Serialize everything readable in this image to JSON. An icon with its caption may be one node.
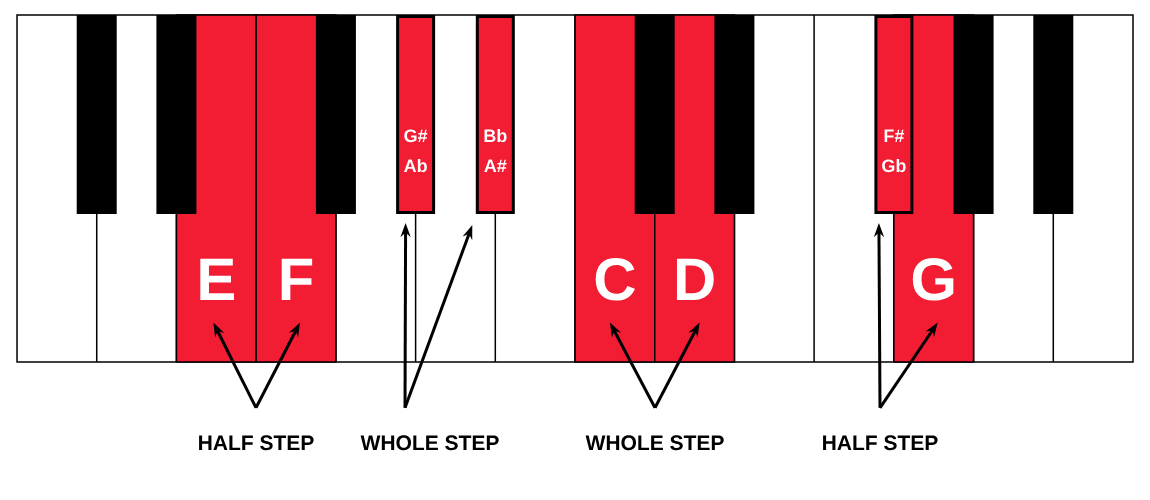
{
  "diagram": {
    "nodes": [
      {
        "text": [
          "E"
        ]
      },
      {
        "text": [
          "F"
        ]
      },
      {
        "text": [
          "G# Ab"
        ]
      },
      {
        "text": [
          "Bb A#"
        ]
      },
      {
        "text": [
          "C"
        ]
      },
      {
        "text": [
          "D"
        ]
      },
      {
        "text": [
          "F# Gb"
        ]
      },
      {
        "text": [
          "G"
        ]
      },
      {
        "text": [
          "HALF STEP"
        ]
      },
      {
        "text": [
          "WHOLE STEP"
        ]
      },
      {
        "text": [
          "WHOLE STEP"
        ]
      },
      {
        "text": [
          "HALF STEP"
        ]
      }
    ],
    "edges": [
      {
        "from": 8,
        "to": 0,
        "arrow": "to"
      },
      {
        "from": 8,
        "to": 1,
        "arrow": "to"
      },
      {
        "from": 9,
        "to": 2,
        "arrow": "to"
      },
      {
        "from": 9,
        "to": 3,
        "arrow": "to"
      },
      {
        "from": 10,
        "to": 4,
        "arrow": "to"
      },
      {
        "from": 10,
        "to": 5,
        "arrow": "to"
      },
      {
        "from": 11,
        "to": 6,
        "arrow": "to"
      },
      {
        "from": 11,
        "to": 7,
        "arrow": "to"
      }
    ]
  }
}
